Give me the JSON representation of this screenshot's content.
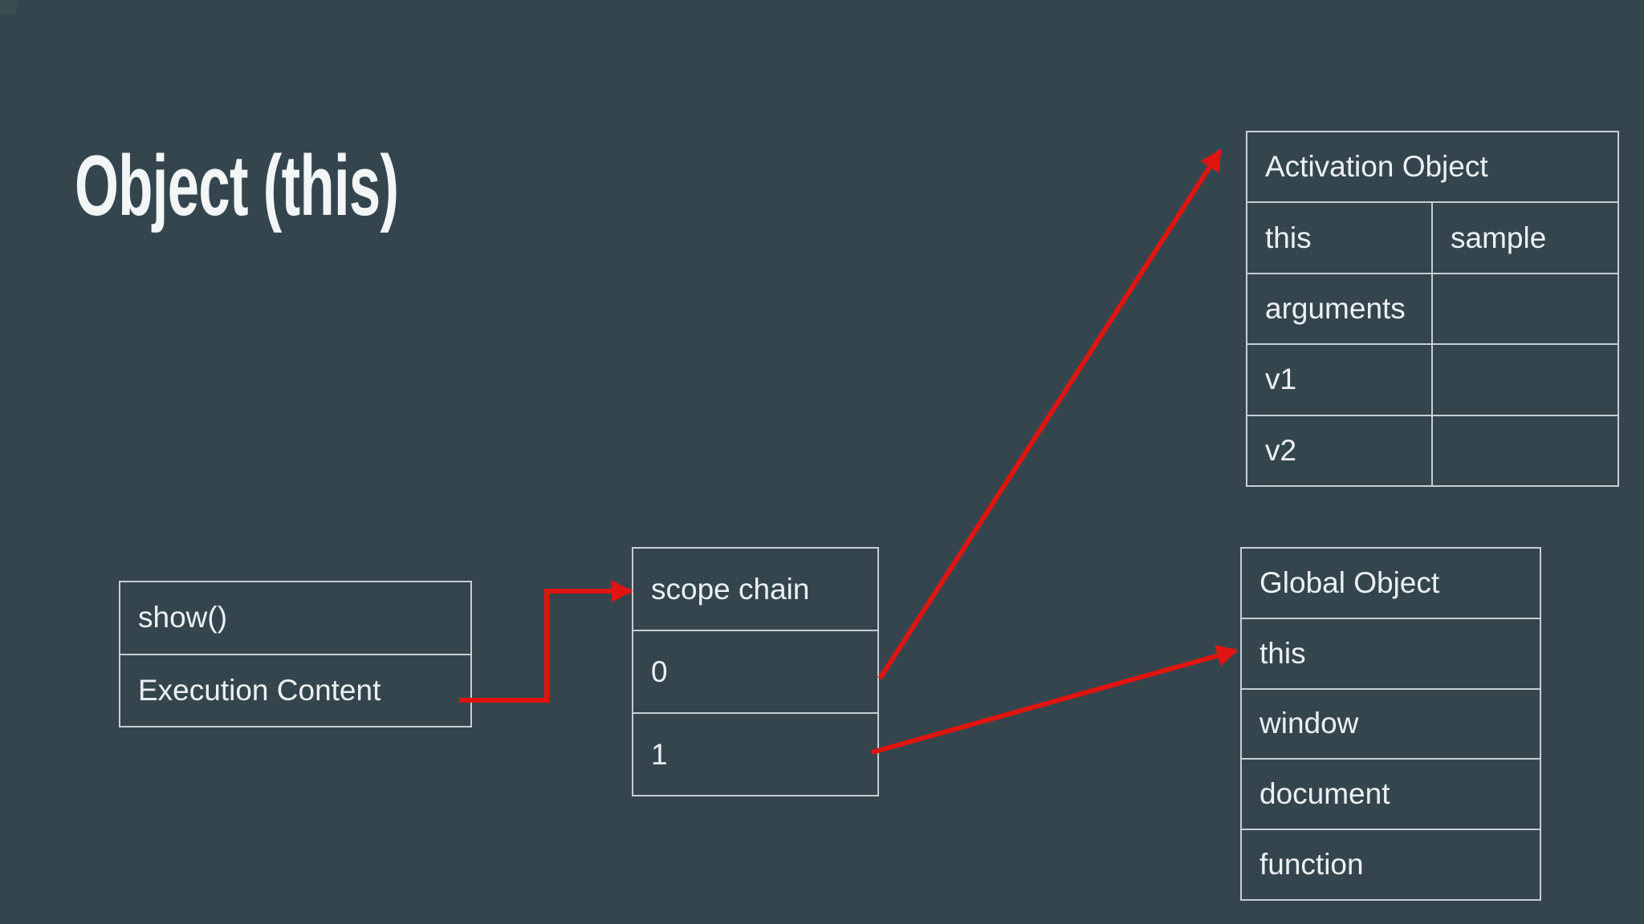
{
  "title": "Object (this)",
  "colors": {
    "background": "#35454e",
    "border": "#c5cfd4",
    "text": "#ebf1f3",
    "arrow": "#e01510"
  },
  "execution_box": {
    "function_label": "show()",
    "context_label": "Execution Content"
  },
  "scope_chain_box": {
    "header": "scope chain",
    "items": [
      "0",
      "1"
    ]
  },
  "activation_object_table": {
    "header": "Activation Object",
    "rows": [
      {
        "key": "this",
        "value": "sample"
      },
      {
        "key": "arguments",
        "value": ""
      },
      {
        "key": "v1",
        "value": ""
      },
      {
        "key": "v2",
        "value": ""
      }
    ]
  },
  "global_object_table": {
    "header": "Global Object",
    "rows": [
      "this",
      "window",
      "document",
      "function"
    ]
  }
}
